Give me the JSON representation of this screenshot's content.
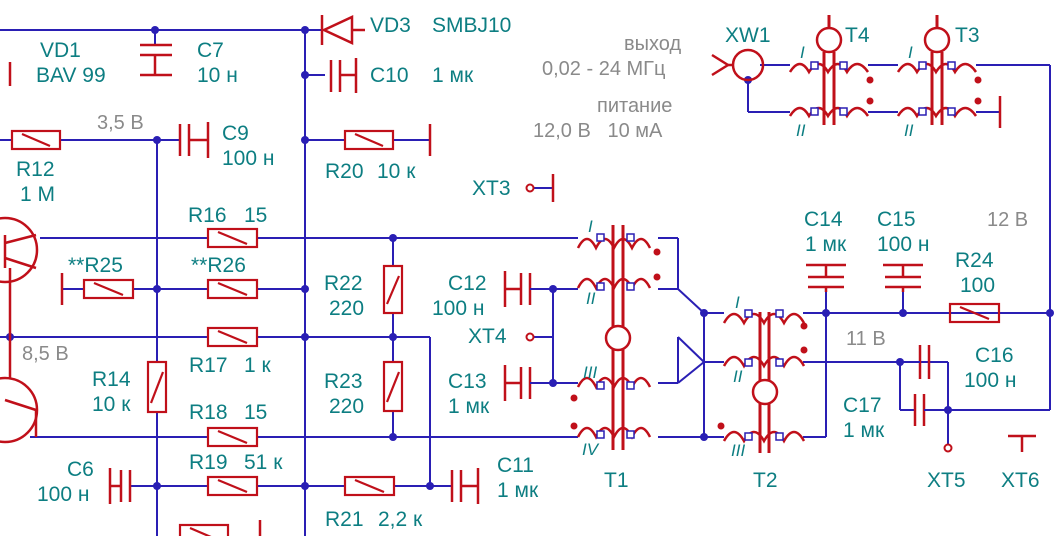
{
  "components": {
    "VD1": "VD1",
    "VD1_type": "BAV 99",
    "C7": "C7",
    "C7_val": "10 н",
    "VD3": "VD3",
    "VD3_type": "SMBJ10",
    "C10": "C10",
    "C10_val": "1 мк",
    "R12": "R12",
    "R12_val": "1 М",
    "C9": "C9",
    "C9_val": "100 н",
    "R20": "R20",
    "R20_val": "10 к",
    "R16": "R16",
    "R16_val": "15",
    "R25": "**R25",
    "R26": "**R26",
    "R22": "R22",
    "R22_val": "220",
    "R23": "R23",
    "R23_val": "220",
    "R14": "R14",
    "R14_val": "10 к",
    "R17": "R17",
    "R17_val": "1 к",
    "R18": "R18",
    "R18_val": "15",
    "R19": "R19",
    "R19_val": "51 к",
    "R21": "R21",
    "R21_val": "2,2 к",
    "C6": "C6",
    "C6_val": "100 н",
    "C11": "C11",
    "C11_val": "1 мк",
    "C12": "C12",
    "C12_val": "100 н",
    "C13": "C13",
    "C13_val": "1 мк",
    "C14": "C14",
    "C14_val": "1 мк",
    "C15": "C15",
    "C15_val": "100 н",
    "C16": "C16",
    "C16_val": "100 н",
    "C17": "C17",
    "C17_val": "1 мк",
    "R24": "R24",
    "R24_val": "100",
    "T1": "T1",
    "T2": "T2",
    "T3": "T3",
    "T4": "T4",
    "XW1": "XW1",
    "XT3": "XT3",
    "XT4": "XT4",
    "XT5": "XT5",
    "XT6": "XT6"
  },
  "annotations": {
    "output_label": "выход",
    "output_range": "0,02 - 24 МГц",
    "supply_label": "питание",
    "supply_value": "12,0 В   10 мА",
    "v_3_5": "3,5 В",
    "v_8_5": "8,5 В",
    "v_11": "11 В",
    "v_12": "12 В"
  },
  "windings": {
    "I": "I",
    "II": "II",
    "III": "III",
    "IV": "IV"
  },
  "colors": {
    "wire": "#2a1fb4",
    "component": "#c0101a",
    "label": "#0d7e82",
    "note": "#8a8a8a"
  }
}
